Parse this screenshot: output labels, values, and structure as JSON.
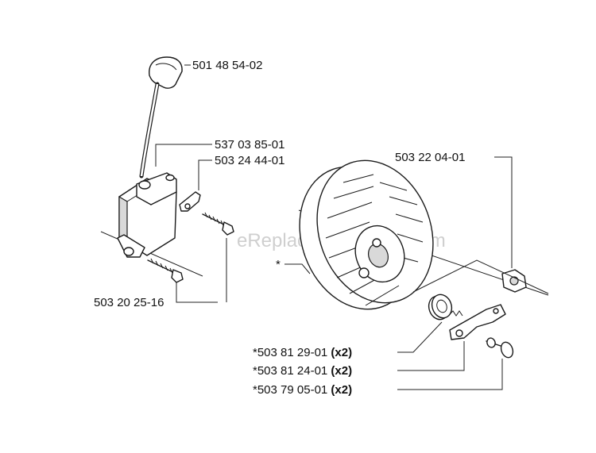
{
  "watermark": "eReplacementParts.com",
  "parts": [
    {
      "number": "501 48 54-02",
      "qty": ""
    },
    {
      "number": "537 03 85-01",
      "qty": ""
    },
    {
      "number": "503 24 44-01",
      "qty": ""
    },
    {
      "number": "503 20 25-16",
      "qty": ""
    },
    {
      "number": "503 22 04-01",
      "qty": ""
    },
    {
      "number": "*",
      "qty": ""
    },
    {
      "number": "*503 81 29-01",
      "qty": "(x2)"
    },
    {
      "number": "*503 81 24-01",
      "qty": "(x2)"
    },
    {
      "number": "*503 79 05-01",
      "qty": "(x2)"
    }
  ]
}
